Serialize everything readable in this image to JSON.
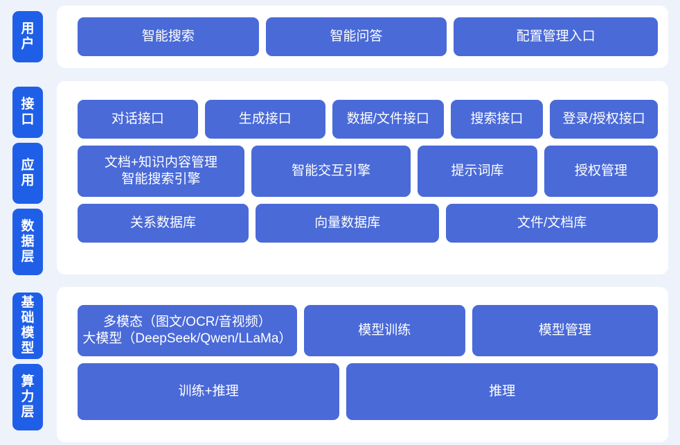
{
  "theme": {
    "page_background": "#eef2fa",
    "panel_background": "#ffffff",
    "rail_tab_color": "#1f5fe8",
    "cell_color": "#4a6ad8",
    "text_color": "#ffffff"
  },
  "sections": [
    {
      "id": "user",
      "rail": [
        {
          "label": "用户",
          "height": 74
        }
      ],
      "rows": [
        {
          "id": "user-row",
          "cells": [
            {
              "label": "智能搜索",
              "flex": 3.02
            },
            {
              "label": "智能问答",
              "flex": 3.02
            },
            {
              "label": "配置管理入口",
              "flex": 3.42
            }
          ]
        }
      ]
    },
    {
      "id": "mid",
      "rail": [
        {
          "label": "接口",
          "height": 74
        },
        {
          "label": "应用",
          "height": 88
        },
        {
          "label": "数据层",
          "height": 96
        }
      ],
      "rows": [
        {
          "id": "interface-row",
          "cells": [
            {
              "label": "对话接口",
              "flex": 1.8
            },
            {
              "label": "生成接口",
              "flex": 1.8
            },
            {
              "label": "数据/文件接口",
              "flex": 1.66
            },
            {
              "label": "搜索接口",
              "flex": 1.35
            },
            {
              "label": "登录/授权接口",
              "flex": 1.6
            }
          ]
        },
        {
          "id": "application-row",
          "cells": [
            {
              "label": "文档+知识内容管理\n智能搜索引擎",
              "flex": 2.6
            },
            {
              "label": "智能交互引擎",
              "flex": 2.48
            },
            {
              "label": "提示词库",
              "flex": 1.82
            },
            {
              "label": "授权管理",
              "flex": 1.73
            }
          ]
        },
        {
          "id": "data-row",
          "cells": [
            {
              "label": "关系数据库",
              "flex": 2.6
            },
            {
              "label": "向量数据库",
              "flex": 2.8
            },
            {
              "label": "文件/文档库",
              "flex": 3.25
            }
          ]
        }
      ]
    },
    {
      "id": "base",
      "rail": [
        {
          "label": "基础模型",
          "height": 96
        },
        {
          "label": "算力层",
          "height": 96
        }
      ],
      "rows": [
        {
          "id": "foundation-model-row",
          "cells": [
            {
              "label": "多模态（图文/OCR/音视频）\n大模型（DeepSeek/Qwen/LLaMa）",
              "flex": 3.45
            },
            {
              "label": "模型训练",
              "flex": 2.5
            },
            {
              "label": "模型管理",
              "flex": 2.9
            }
          ]
        },
        {
          "id": "compute-row",
          "cells": [
            {
              "label": "训练+推理",
              "flex": 4.48
            },
            {
              "label": "推理",
              "flex": 5.35
            }
          ]
        }
      ]
    }
  ]
}
